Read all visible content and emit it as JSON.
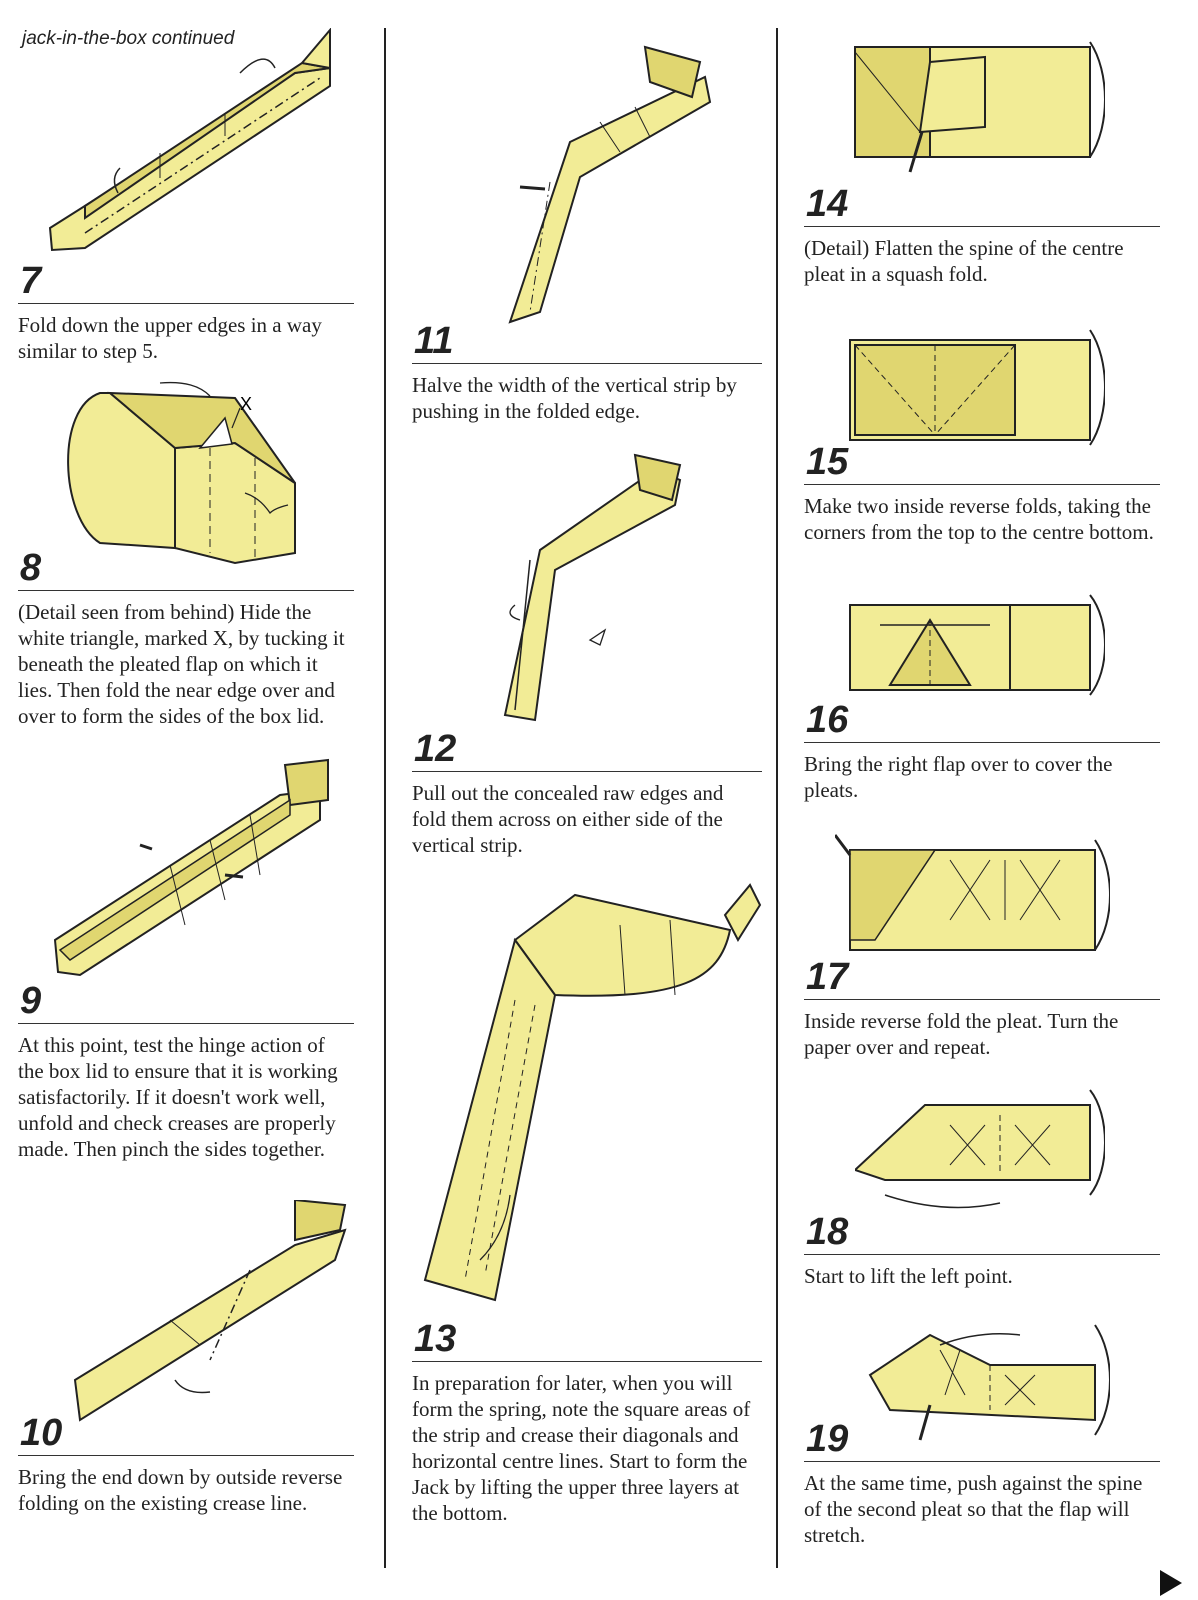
{
  "header": {
    "title": "jack-in-the-box continued"
  },
  "steps": [
    {
      "number": "7",
      "text": "Fold down the upper edges in a way similar to step 5."
    },
    {
      "number": "8",
      "text": "(Detail seen from behind) Hide the white triangle, marked X, by tucking it beneath the pleated flap on which it lies. Then fold the near edge over and over to form the sides of the box lid."
    },
    {
      "number": "9",
      "text": "At this point, test the hinge action of the box lid to ensure that it is working satisfactorily. If it doesn't work well, unfold and check creases are properly made. Then pinch the sides together."
    },
    {
      "number": "10",
      "text": "Bring the end down by outside reverse folding on the existing crease line."
    },
    {
      "number": "11",
      "text": "Halve the width of the vertical strip by pushing in the folded edge."
    },
    {
      "number": "12",
      "text": "Pull out the concealed raw edges and fold them across on either side of the vertical strip."
    },
    {
      "number": "13",
      "text": "In preparation for later, when you will form the spring, note the square areas of the strip and crease their diagonals and horizontal centre lines. Start to form the Jack by lifting the upper three layers at the bottom."
    },
    {
      "number": "14",
      "text": "(Detail) Flatten the spine of the centre pleat in a squash fold."
    },
    {
      "number": "15",
      "text": "Make two inside reverse folds, taking the corners from the top to the centre bottom."
    },
    {
      "number": "16",
      "text": "Bring the right flap over to cover the pleats."
    },
    {
      "number": "17",
      "text": "Inside reverse fold the pleat. Turn the paper over and repeat."
    },
    {
      "number": "18",
      "text": "Start to lift the left point."
    },
    {
      "number": "19",
      "text": "At the same time, push against the spine of the second pleat so that the flap will stretch."
    }
  ],
  "diagram_labels": {
    "marker_x": "X"
  },
  "icons": {
    "page_turn": "next-page-arrow-icon"
  },
  "colors": {
    "paper": "#f2ec96",
    "paper_dark": "#e0d670",
    "line": "#222222"
  }
}
